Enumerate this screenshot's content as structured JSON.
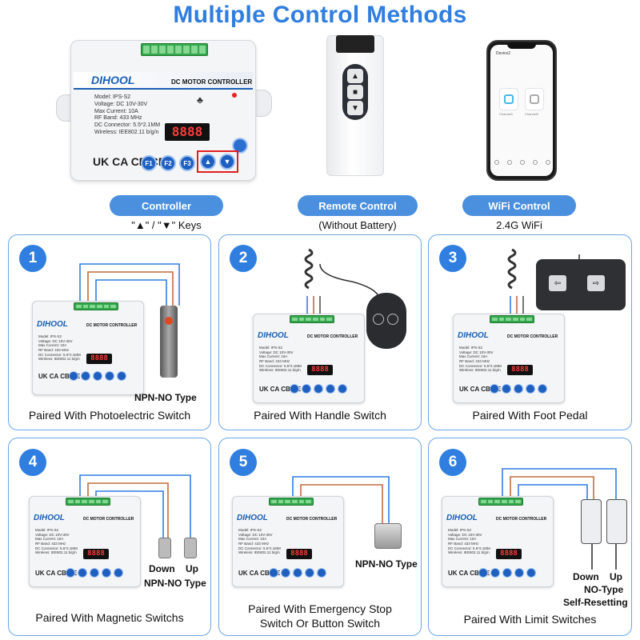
{
  "title": "Multiple Control Methods",
  "controller": {
    "brand": "DIHOOL",
    "name": "DC MOTOR CONTROLLER",
    "specs": "Model: IPS-S2\nVoltage: DC 10V-30V\nMax Current: 10A\nRF Band: 433 MHz\nDC Connector: 5.5*2.1MM\nWireless: IEE802.11 b/g/n",
    "mini_specs": "Model: IPS-S2\nVoltage: DC 10V-30V\nMax Current: 10A\nRF Band: 433 MHz\nDC Connector: 5.5*2.1MM\nWireless: IEE802.11 b/g/n",
    "display": "8888",
    "cert": "UK CA CB CE",
    "keys": [
      "F1",
      "F2",
      "F3",
      "▲",
      "▼"
    ]
  },
  "methods": [
    {
      "pill": "Controller",
      "caption": "\"▲\" / \"▼\" Keys"
    },
    {
      "pill": "Remote Control",
      "caption": "(Without Battery)"
    },
    {
      "pill": "WiFi Control",
      "caption": "2.4G WiFi"
    }
  ],
  "phone": {
    "device_name": "Device2",
    "tile1": "Channel1",
    "tile2": "Channel2"
  },
  "panels": [
    {
      "num": "1",
      "label": "Paired With Photoelectric Switch",
      "tag": "NPN-NO Type"
    },
    {
      "num": "2",
      "label": "Paired With Handle Switch"
    },
    {
      "num": "3",
      "label": "Paired With Foot Pedal"
    },
    {
      "num": "4",
      "label": "Paired With Magnetic Switchs",
      "down": "Down",
      "up": "Up",
      "tag": "NPN-NO Type"
    },
    {
      "num": "5",
      "label_line1": "Paired With Emergency Stop",
      "label_line2": "Switch Or Button Switch",
      "tag": "NPN-NO Type"
    },
    {
      "num": "6",
      "label": "Paired With Limit Switches",
      "down": "Down",
      "up": "Up",
      "tag1": "NO-Type",
      "tag2": "Self-Resetting"
    }
  ],
  "colors": {
    "accent": "#2f7ee0",
    "pill": "#4a90df",
    "brand": "#1a5fb4",
    "terminal": "#32a84a",
    "display_text": "#ff3b3b"
  }
}
